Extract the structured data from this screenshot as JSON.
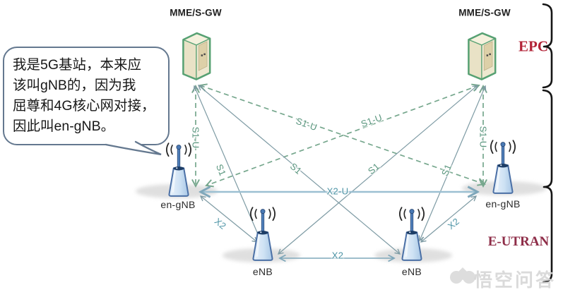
{
  "callout": {
    "lines": [
      "我是5G基站，本来应",
      "该叫gNB的，因为我",
      "屈尊和4G核心网对接，",
      "因此叫en-gNB。"
    ]
  },
  "nodes": {
    "mme_left": "MME/S-GW",
    "mme_right": "MME/S-GW",
    "engnb_left": "en-gNB",
    "engnb_right": "en-gNB",
    "enb_left": "eNB",
    "enb_right": "eNB"
  },
  "interfaces": {
    "s1": "S1",
    "s1u": "S1-U",
    "x2": "X2",
    "x2u": "X2-U"
  },
  "regions": {
    "epc": "EPC",
    "eutran": "E-UTRAN"
  },
  "watermark": "悟空问答",
  "colors": {
    "epc_label": "#b32438",
    "eutran_label": "#8e2d48",
    "s1u_dashed_link": "#76a78d",
    "s1_solid_link": "#7e9ba4",
    "x2u_link": "#9cc0d2",
    "x2_link": "#7fa7ba",
    "interface_label_green": "#58957d",
    "interface_label_teal": "#4d94a6",
    "bubble_border": "#64788f",
    "mme_icon_outline": "#57a173",
    "tower_fill": "#d5e5f5"
  }
}
